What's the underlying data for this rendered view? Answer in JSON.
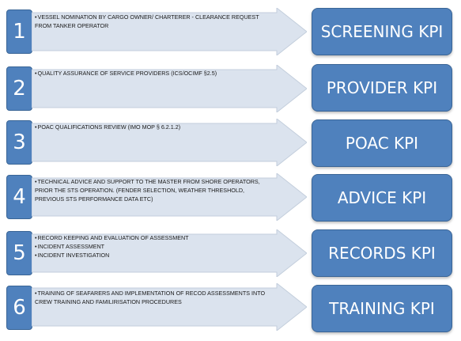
{
  "colors": {
    "accent": "#4f81bd",
    "arrow_fill": "#dbe3ee",
    "text": "#1a1a1a"
  },
  "steps": [
    {
      "number": "1",
      "items": [
        "VESSEL NOMINATION BY CARGO OWNER/ CHARTERER - CLEARANCE REQUEST FROM TANKER OPERATOR"
      ],
      "kpi": "SCREENING KPI"
    },
    {
      "number": "2",
      "items": [
        "QUALITY ASSURANCE OF SERVICE PROVIDERS (ICS/OCIMF §2.5)"
      ],
      "kpi": "PROVIDER KPI"
    },
    {
      "number": "3",
      "items": [
        "POAC QUALIFICATIONS REVIEW (IMO MOP § 6.2.1.2)"
      ],
      "kpi": "POAC KPI"
    },
    {
      "number": "4",
      "items": [
        "TECHNICAL ADVICE AND SUPPORT TO THE MASTER FROM SHORE OPERATORS, PRIOR THE STS OPERATION. (FENDER SELECTION, WEATHER THRESHOLD, PREVIOUS STS PERFORMANCE  DATA ETC)"
      ],
      "kpi": "ADVICE KPI"
    },
    {
      "number": "5",
      "items": [
        "RECORD KEEPING AND EVALUATION OF ASSESSMENT",
        "INCIDENT ASSESSMENT",
        "INCIDENT INVESTIGATION"
      ],
      "kpi": "RECORDS KPI"
    },
    {
      "number": "6",
      "items": [
        "TRAINING OF SEAFARERS  AND IMPLEMENTATION OF RECOD ASSESSMENTS  INTO CREW TRAINING AND FAMILIRISATION PROCEDURES"
      ],
      "kpi": "TRAINING KPI"
    }
  ]
}
